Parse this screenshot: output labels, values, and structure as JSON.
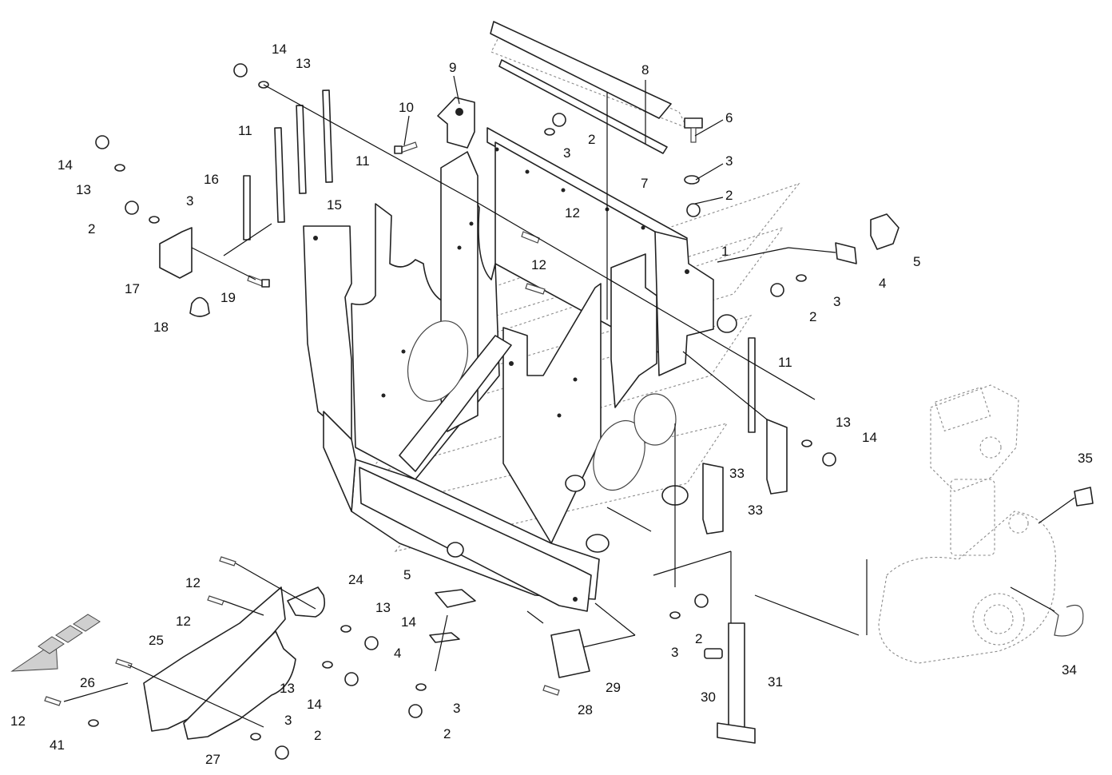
{
  "diagram": {
    "callouts": [
      {
        "id": "c1",
        "label": "1"
      },
      {
        "id": "c2a",
        "label": "2"
      },
      {
        "id": "c2b",
        "label": "2"
      },
      {
        "id": "c2c",
        "label": "2"
      },
      {
        "id": "c2d",
        "label": "2"
      },
      {
        "id": "c2e",
        "label": "2"
      },
      {
        "id": "c2f",
        "label": "2"
      },
      {
        "id": "c2g",
        "label": "2"
      },
      {
        "id": "c3a",
        "label": "3"
      },
      {
        "id": "c3b",
        "label": "3"
      },
      {
        "id": "c3c",
        "label": "3"
      },
      {
        "id": "c3d",
        "label": "3"
      },
      {
        "id": "c3e",
        "label": "3"
      },
      {
        "id": "c3f",
        "label": "3"
      },
      {
        "id": "c3g",
        "label": "3"
      },
      {
        "id": "c4a",
        "label": "4"
      },
      {
        "id": "c4b",
        "label": "4"
      },
      {
        "id": "c5a",
        "label": "5"
      },
      {
        "id": "c5b",
        "label": "5"
      },
      {
        "id": "c6",
        "label": "6"
      },
      {
        "id": "c7",
        "label": "7"
      },
      {
        "id": "c8",
        "label": "8"
      },
      {
        "id": "c9",
        "label": "9"
      },
      {
        "id": "c10",
        "label": "10"
      },
      {
        "id": "c11a",
        "label": "11"
      },
      {
        "id": "c11b",
        "label": "11"
      },
      {
        "id": "c11c",
        "label": "11"
      },
      {
        "id": "c12a",
        "label": "12"
      },
      {
        "id": "c12b",
        "label": "12"
      },
      {
        "id": "c12c",
        "label": "12"
      },
      {
        "id": "c12d",
        "label": "12"
      },
      {
        "id": "c12e",
        "label": "12"
      },
      {
        "id": "c13a",
        "label": "13"
      },
      {
        "id": "c13b",
        "label": "13"
      },
      {
        "id": "c13c",
        "label": "13"
      },
      {
        "id": "c13d",
        "label": "13"
      },
      {
        "id": "c13e",
        "label": "13"
      },
      {
        "id": "c14a",
        "label": "14"
      },
      {
        "id": "c14b",
        "label": "14"
      },
      {
        "id": "c14c",
        "label": "14"
      },
      {
        "id": "c14d",
        "label": "14"
      },
      {
        "id": "c14e",
        "label": "14"
      },
      {
        "id": "c15",
        "label": "15"
      },
      {
        "id": "c16",
        "label": "16"
      },
      {
        "id": "c17",
        "label": "17"
      },
      {
        "id": "c18",
        "label": "18"
      },
      {
        "id": "c19",
        "label": "19"
      },
      {
        "id": "c24",
        "label": "24"
      },
      {
        "id": "c25",
        "label": "25"
      },
      {
        "id": "c26",
        "label": "26"
      },
      {
        "id": "c27",
        "label": "27"
      },
      {
        "id": "c28",
        "label": "28"
      },
      {
        "id": "c29",
        "label": "29"
      },
      {
        "id": "c30",
        "label": "30"
      },
      {
        "id": "c31",
        "label": "31"
      },
      {
        "id": "c33a",
        "label": "33"
      },
      {
        "id": "c33b",
        "label": "33"
      },
      {
        "id": "c34",
        "label": "34"
      },
      {
        "id": "c35",
        "label": "35"
      },
      {
        "id": "c41",
        "label": "41"
      }
    ]
  }
}
